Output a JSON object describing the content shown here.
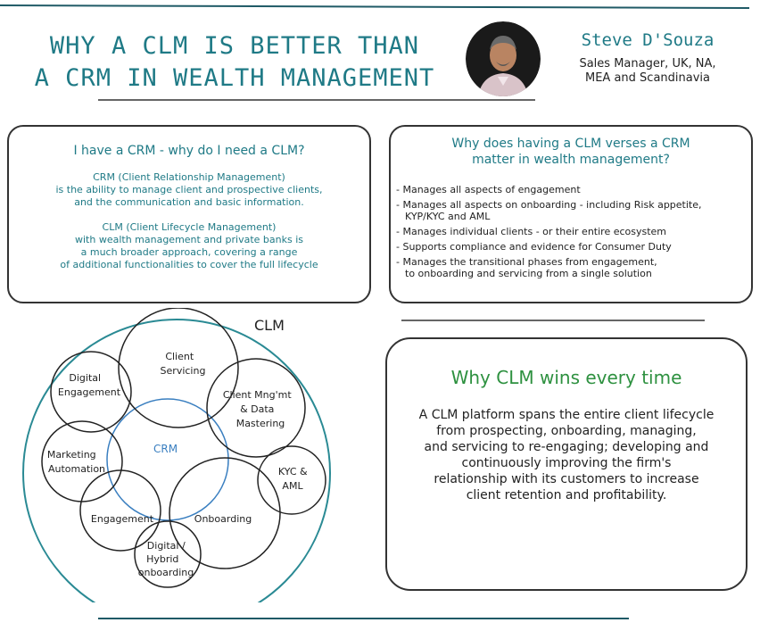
{
  "header": {
    "title_line1": "WHY A CLM IS BETTER THAN",
    "title_line2": "A CRM IN WEALTH MANAGEMENT",
    "author_name": "Steve D'Souza",
    "author_role_line1": "Sales Manager, UK, NA,",
    "author_role_line2": "MEA and Scandinavia"
  },
  "box_crm_vs_clm": {
    "heading": "I have a CRM - why do I need a CLM?",
    "crm_lines": [
      "CRM (Client Relationship Management)",
      "is the ability to manage client and prospective clients,",
      "and the communication and basic information."
    ],
    "clm_lines": [
      "CLM (Client Lifecycle Management)",
      "with wealth management and private banks is",
      "a much broader approach, covering a range",
      "of additional functionalities to cover the full lifecycle"
    ]
  },
  "box_why_matters": {
    "heading_line1": "Why does having a CLM verses a CRM",
    "heading_line2": "matter in wealth management?",
    "bullets": [
      "- Manages all aspects of engagement",
      "- Manages all aspects on onboarding - including Risk appetite,",
      "KYP/KYC and AML",
      "- Manages individual clients - or their entire ecosystem",
      "- Supports compliance and evidence for Consumer Duty",
      "- Manages the transitional phases from engagement,",
      "to onboarding and servicing from a single solution"
    ]
  },
  "diagram": {
    "outer_label": "CLM",
    "center_label": "CRM",
    "circles": {
      "client_servicing": [
        "Client",
        "Servicing"
      ],
      "digital_engagement": [
        "Digital",
        "Engagement"
      ],
      "client_mngmt": [
        "Client Mng'mt",
        "& Data",
        "Mastering"
      ],
      "marketing_automation": [
        "Marketing",
        "Automation"
      ],
      "kyc_aml": [
        "KYC &",
        "AML"
      ],
      "engagement": [
        "Engagement"
      ],
      "onboarding": [
        "Onboarding"
      ],
      "digital_hybrid": [
        "Digital /",
        "Hybrid",
        "onboarding"
      ]
    },
    "colors": {
      "outer": "#2a8a94",
      "crm": "#3a7fc0",
      "ink": "#222222"
    }
  },
  "box_wins": {
    "heading": "Why CLM wins every time",
    "body_lines": [
      "A CLM platform spans the entire client lifecycle",
      "from prospecting, onboarding, managing,",
      "and servicing to re-engaging; developing and",
      "continuously improving the firm's",
      "relationship with its customers to increase",
      "client retention and profitability."
    ]
  },
  "colors": {
    "teal": "#1f7a86",
    "green": "#2e9140"
  }
}
